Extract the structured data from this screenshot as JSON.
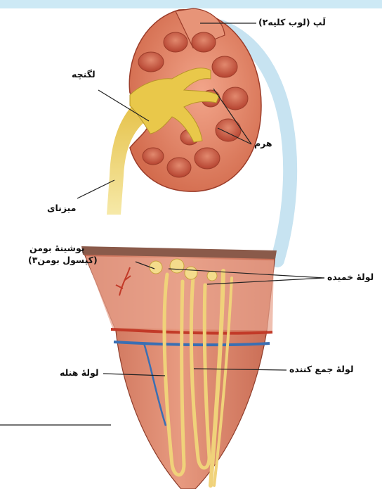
{
  "labels": {
    "lobe": "لَپ (لوب کلیه۲)",
    "pelvis": "لگنچه",
    "pyramid": "هرم",
    "ureter": "میزنای",
    "bowman_line1": "پوشینهٔ بومن",
    "bowman_line2": "(کپسول بومن۳)",
    "convoluted_tubule": "لولهٔ خمیده",
    "loop_of_henle": "لولهٔ هنله",
    "collecting_duct": "لولهٔ جمع کننده"
  },
  "colors": {
    "top_band": "#cde9f5",
    "connector_arc": "#c7e3f1",
    "cortex": "#cf6a4c",
    "medulla_pyramid": "#c55037",
    "renal_pelvis": "#e9c84a",
    "tubule_yellow": "#f0d27a",
    "vessel_red": "#c23a28",
    "vessel_blue": "#3a6fb3",
    "leader_line": "#222222"
  }
}
